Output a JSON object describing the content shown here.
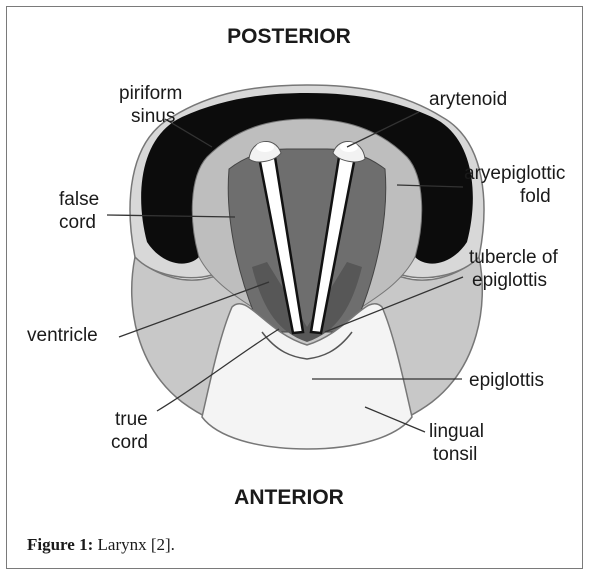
{
  "diagram": {
    "top_label": "POSTERIOR",
    "bottom_label": "ANTERIOR",
    "labels": {
      "piriform_sinus": [
        "piriform",
        "sinus"
      ],
      "arytenoid": [
        "arytenoid"
      ],
      "aryepiglottic_fold": [
        "aryepiglottic",
        "fold"
      ],
      "false_cord": [
        "false",
        "cord"
      ],
      "tubercle_of_epiglottis": [
        "tubercle of",
        "epiglottis"
      ],
      "ventricle": [
        "ventricle"
      ],
      "epiglottis": [
        "epiglottis"
      ],
      "true_cord": [
        "true",
        "cord"
      ],
      "lingual_tonsil": [
        "lingual",
        "tonsil"
      ]
    }
  },
  "caption": {
    "label": "Figure 1:",
    "text": " Larynx [2]."
  }
}
